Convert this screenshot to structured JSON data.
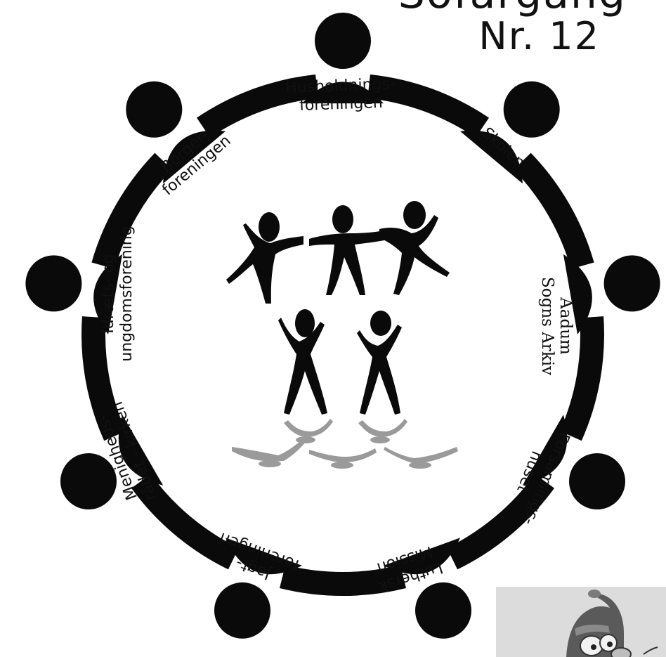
{
  "title": {
    "line1": "Sofargang",
    "line2": "Nr. 12"
  },
  "members": [
    {
      "lines": [
        "Husholdnings-",
        "foreningen"
      ]
    },
    {
      "lines": [
        "Skolen"
      ]
    },
    {
      "lines": [
        "Aadum",
        "Sogns Arkiv"
      ]
    },
    {
      "lines": [
        "Forsamlings-",
        "huset"
      ]
    },
    {
      "lines": [
        "Luthersk",
        "Mission"
      ]
    },
    {
      "lines": [
        "Jagt-",
        "foreningen"
      ]
    },
    {
      "lines": [
        "Menigheds-",
        "rådet - kirken"
      ]
    },
    {
      "lines": [
        "Idræts- og",
        "ungdomsforening"
      ]
    },
    {
      "lines": [
        "Borger-",
        "foreningen"
      ]
    }
  ],
  "colors": {
    "ring": "#0a0a0a",
    "figure": "#0a0a0a",
    "reflection": "#9a9a9a",
    "background": "#ffffff",
    "mascot_bg": "#dcdcdc"
  },
  "icons": {
    "center": "dancing-people-icon",
    "corner": "mascot-icon"
  }
}
